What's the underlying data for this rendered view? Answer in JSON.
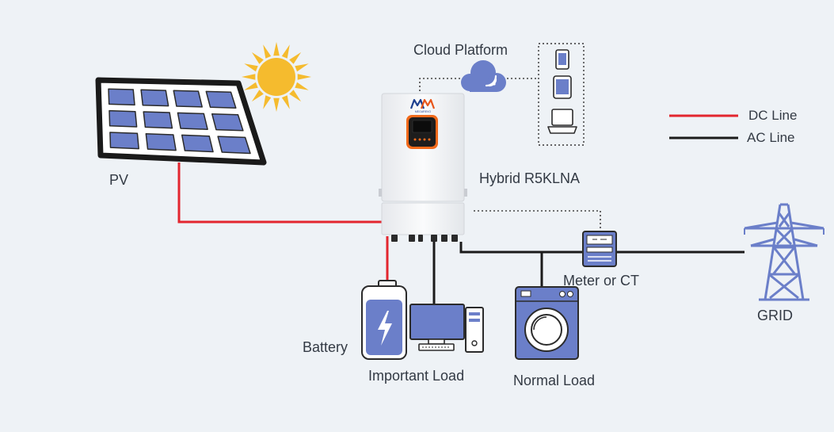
{
  "labels": {
    "cloud": "Cloud Platform",
    "pv": "PV",
    "inverter": "Hybrid R5KLNA",
    "meter": "Meter or CT",
    "grid": "GRID",
    "battery": "Battery",
    "important_load": "Important Load",
    "normal_load": "Normal Load"
  },
  "legend": {
    "dc": {
      "label": "DC Line",
      "color": "#e3262f"
    },
    "ac": {
      "label": "AC Line",
      "color": "#1b1b1b"
    }
  },
  "colors": {
    "background": "#eef2f6",
    "device_blue": "#6b7fc9",
    "sun": "#f5bb2e",
    "inverter_accent": "#f26a1b"
  },
  "inverter": {
    "logo_text": "MEGAREVO"
  }
}
